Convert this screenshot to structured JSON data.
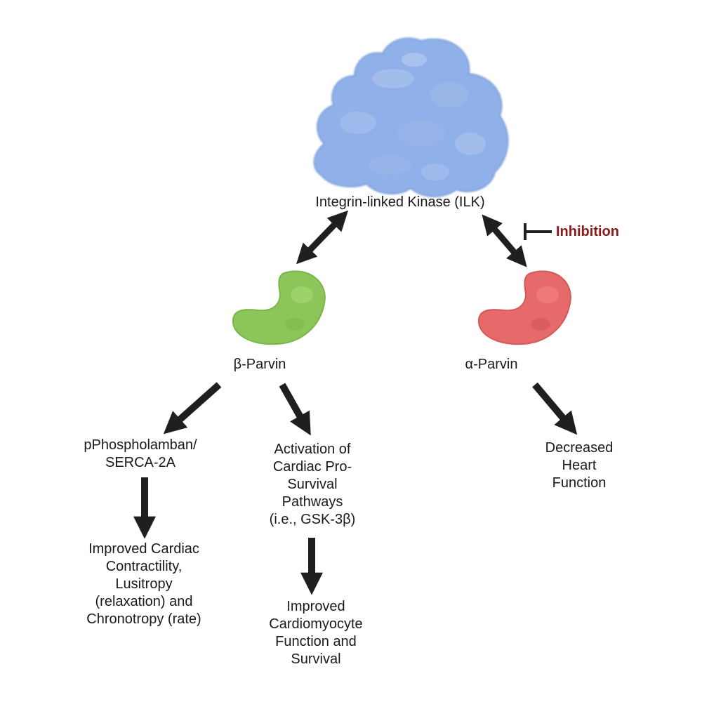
{
  "nodes": {
    "ilk": {
      "label": "Integrin-linked Kinase (ILK)"
    },
    "beta_parvin": {
      "label": "β-Parvin"
    },
    "alpha_parvin": {
      "label": "α-Parvin"
    },
    "phospholamban": {
      "label": "pPhospholamban/\nSERCA-2A"
    },
    "pro_survival": {
      "label": "Activation of\nCardiac Pro-\nSurvival\nPathways\n(i.e., GSK-3β)"
    },
    "decreased_heart": {
      "label": "Decreased\nHeart\nFunction"
    },
    "contractility": {
      "label": "Improved Cardiac\nContractility,\nLusitropy\n(relaxation)  and\nChronotropy (rate)"
    },
    "cardiomyocyte": {
      "label": "Improved\nCardiomyocyte\nFunction and\nSurvival"
    }
  },
  "inhibition": {
    "label": "Inhibition"
  },
  "colors": {
    "ilk_protein": "#8fb0e8",
    "beta_parvin": "#8cc65a",
    "alpha_parvin": "#e66a6a",
    "arrows": "#1f1f1f",
    "inhibition": "#8b1a1a"
  }
}
